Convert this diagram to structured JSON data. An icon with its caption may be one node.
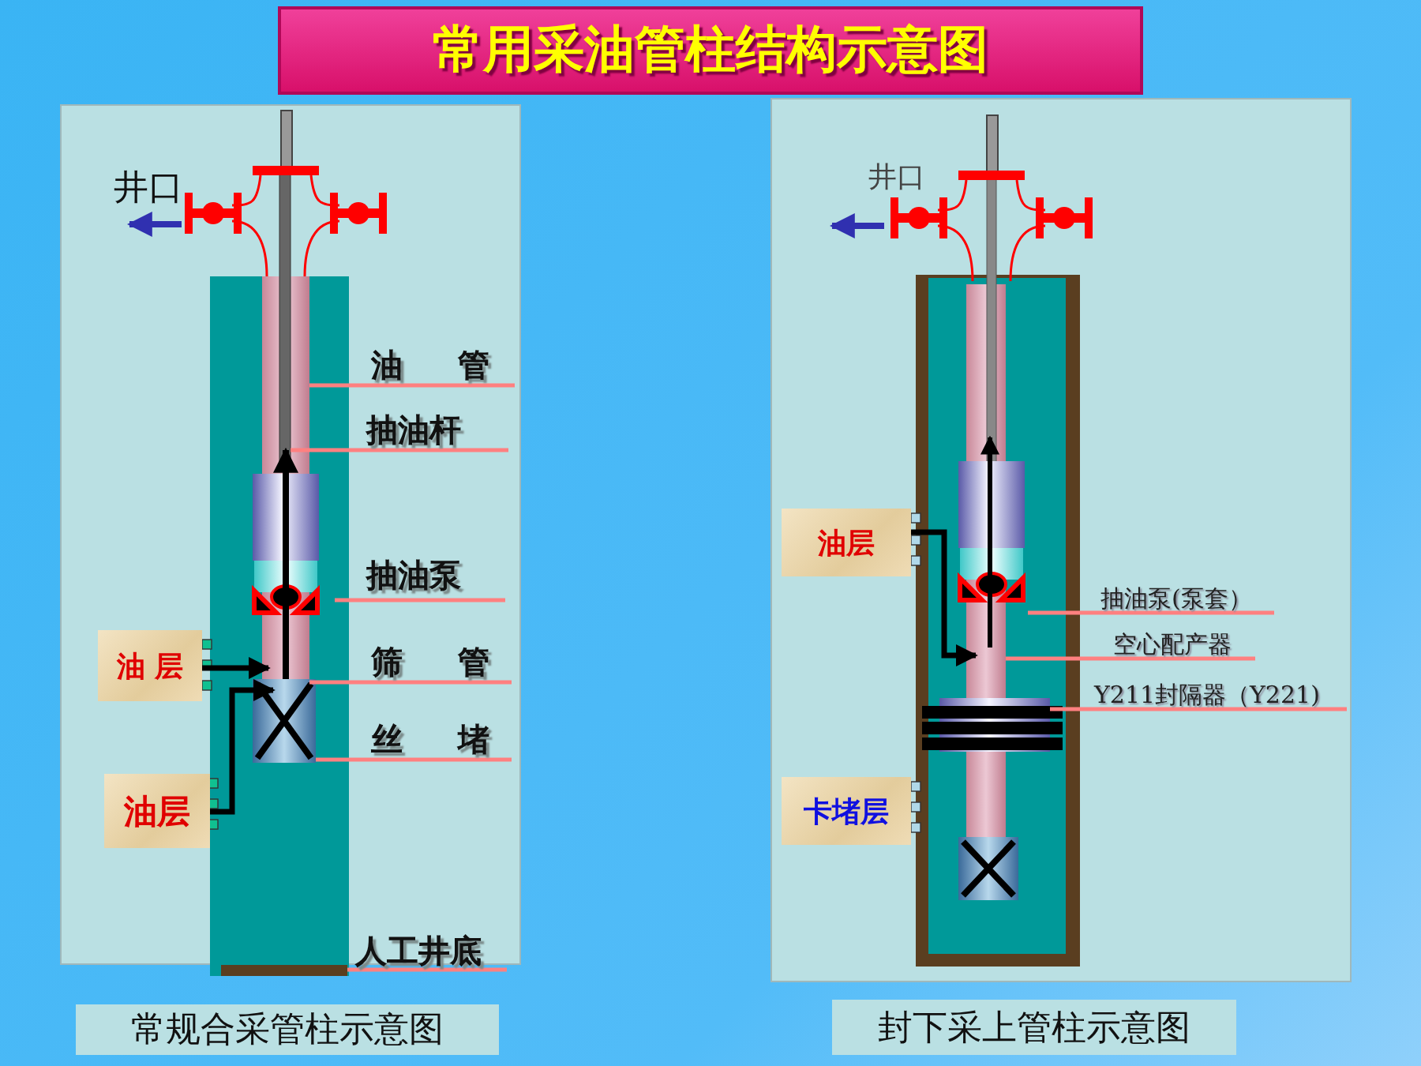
{
  "diagram": {
    "title": "常用采油管柱结构示意图",
    "nodes": [
      {
        "text": [
          "油 层"
        ]
      },
      {
        "text": [
          "油层"
        ]
      },
      {
        "text": [
          "油 管"
        ]
      },
      {
        "text": [
          "抽油杆"
        ]
      },
      {
        "text": [
          "抽油泵"
        ]
      },
      {
        "text": [
          "筛 管"
        ]
      },
      {
        "text": [
          "丝 堵"
        ]
      },
      {
        "text": [
          "人工井底"
        ]
      },
      {
        "text": [
          "油层"
        ]
      },
      {
        "text": [
          "卡堵层"
        ]
      },
      {
        "text": [
          "抽油泵(泵套）"
        ]
      },
      {
        "text": [
          "空心配产器"
        ]
      },
      {
        "text": [
          "Y211封隔器（Y221)"
        ]
      }
    ],
    "edges": [
      {
        "from": 0,
        "to": null,
        "arrow": "to",
        "color": "#000000"
      },
      {
        "from": 1,
        "to": null,
        "arrow": "to",
        "color": "#000000"
      },
      {
        "from": 2,
        "to": null,
        "arrow": "none"
      },
      {
        "from": 3,
        "to": null,
        "arrow": "none"
      },
      {
        "from": 4,
        "to": null,
        "arrow": "none"
      },
      {
        "from": 5,
        "to": null,
        "arrow": "none"
      },
      {
        "from": 6,
        "to": null,
        "arrow": "none"
      },
      {
        "from": 7,
        "to": null,
        "arrow": "none"
      },
      {
        "from": 8,
        "to": null,
        "arrow": "to",
        "color": "#000000"
      },
      {
        "from": 10,
        "to": null,
        "arrow": "none"
      },
      {
        "from": 11,
        "to": null,
        "arrow": "none"
      },
      {
        "from": 12,
        "to": null,
        "arrow": "none"
      }
    ],
    "labels": [
      "井口",
      "常规合采管柱示意图",
      "井口",
      "封下采上管柱示意图"
    ]
  }
}
